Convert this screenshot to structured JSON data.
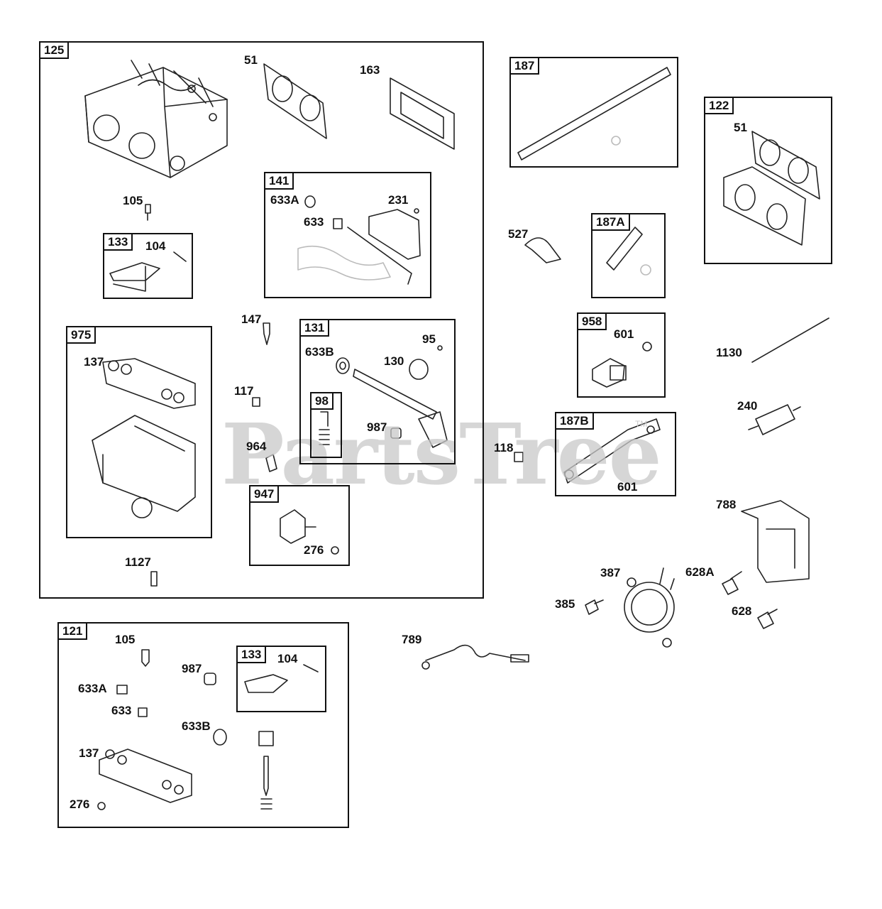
{
  "watermark": {
    "text": "PartsTree",
    "tm": "TM"
  },
  "boxes": {
    "b125": "125",
    "b141": "141",
    "b133a": "133",
    "b975": "975",
    "b131": "131",
    "b98": "98",
    "b947": "947",
    "b121": "121",
    "b133b": "133",
    "b187": "187",
    "b122": "122",
    "b187a": "187A",
    "b958": "958",
    "b187b": "187B"
  },
  "labels": {
    "l51a": "51",
    "l163": "163",
    "l105a": "105",
    "l104a": "104",
    "l633a1": "633A",
    "l231": "231",
    "l633_1": "633",
    "l137a": "137",
    "l147": "147",
    "l95": "95",
    "l633b1": "633B",
    "l130": "130",
    "l117": "117",
    "l987a": "987",
    "l964": "964",
    "l276a": "276",
    "l1127": "1127",
    "l105b": "105",
    "l987b": "987",
    "l104b": "104",
    "l633a2": "633A",
    "l633_2": "633",
    "l633b2": "633B",
    "l137b": "137",
    "l276b": "276",
    "l789": "789",
    "l51b": "51",
    "l527": "527",
    "l601a": "601",
    "l1130": "1130",
    "l240": "240",
    "l118": "118",
    "l601b": "601",
    "l788": "788",
    "l387": "387",
    "l628a": "628A",
    "l385": "385",
    "l628": "628"
  }
}
